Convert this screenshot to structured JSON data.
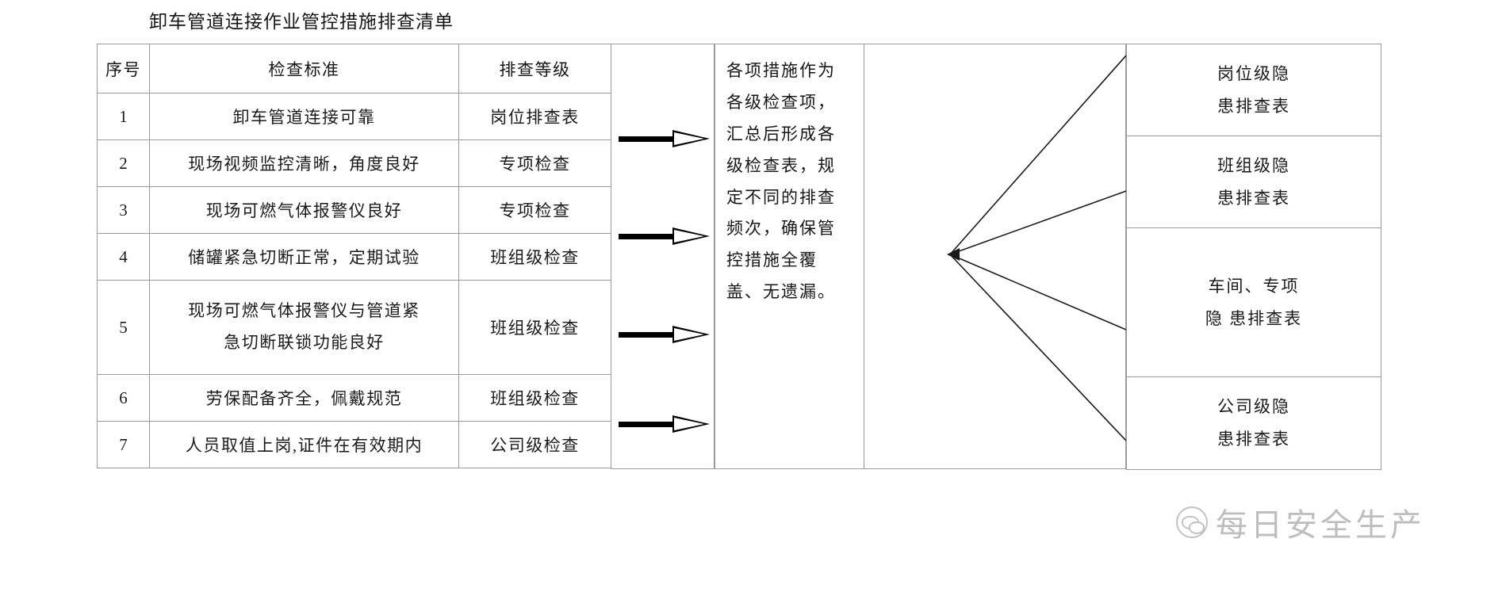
{
  "document": {
    "title": "卸车管道连接作业管控措施排查清单"
  },
  "checklist_table": {
    "headers": [
      "序号",
      "检查标准",
      "排查等级"
    ],
    "rows": [
      {
        "no": "1",
        "standard": "卸车管道连接可靠",
        "standard_line2": "",
        "level": "岗位排查表"
      },
      {
        "no": "2",
        "standard": "现场视频监控清晰，角度良好",
        "standard_line2": "",
        "level": "专项检查"
      },
      {
        "no": "3",
        "standard": "现场可燃气体报警仪良好",
        "standard_line2": "",
        "level": "专项检查"
      },
      {
        "no": "4",
        "standard": "储罐紧急切断正常，定期试验",
        "standard_line2": "",
        "level": "班组级检查"
      },
      {
        "no": "5",
        "standard": "现场可燃气体报警仪与管道紧",
        "standard_line2": "急切断联锁功能良好",
        "level": "班组级检查"
      },
      {
        "no": "6",
        "standard": "劳保配备齐全，佩戴规范",
        "standard_line2": "",
        "level": "班组级检查"
      },
      {
        "no": "7",
        "standard": "人员取值上岗,证件在有效期内",
        "standard_line2": "",
        "level": "公司级检查"
      }
    ]
  },
  "arrows": {
    "count": 4,
    "icon": "right-arrow-icon"
  },
  "summary": {
    "text": "各项措施作为各级检查项，汇总后形成各级检查表，规定不同的排查频次，确保管控措施全覆盖、无遗漏。"
  },
  "fan_connector": {
    "icon": "converging-lines-icon",
    "line_count": 4
  },
  "output_tables": [
    {
      "line1": "岗位级隐",
      "line2": "患排查表"
    },
    {
      "line1": "班组级隐",
      "line2": "患排查表"
    },
    {
      "line1": "车间、专项",
      "line2": "隐 患排查表"
    },
    {
      "line1": "公司级隐",
      "line2": "患排查表"
    }
  ],
  "watermark": {
    "account_name": "每日安全生产",
    "icon": "wechat-icon"
  },
  "colors": {
    "page_background": "#ffffff",
    "text": "#161616",
    "grid_line": "#9a9a9a",
    "arrow": "#000000"
  }
}
